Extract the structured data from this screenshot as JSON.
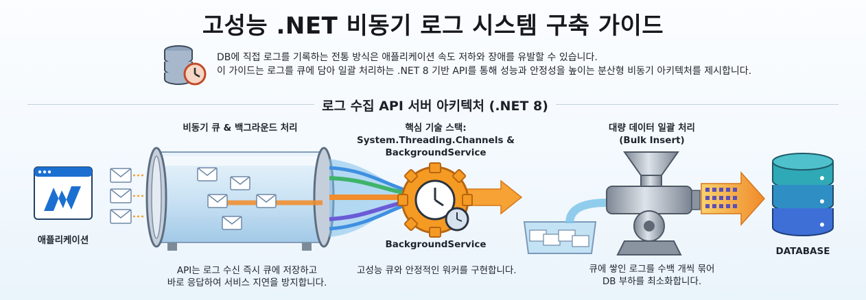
{
  "title": "고성능 .NET 비동기 로그 시스템 구축 가이드",
  "intro": {
    "line1": "DB에 직접 로그를 기록하는 전통 방식은 애플리케이션 속도 저하와 장애를 유발할 수 있습니다.",
    "line2": "이 가이드는 로그를 큐에 담아 일괄 처리하는 .NET 8 기반 API를 통해 성능과 안정성을 높이는 분산형 비동기 아키텍처를 제시합니다."
  },
  "section_title": "로그 수집 API 서버 아키텍처 (.NET 8)",
  "app": {
    "label": "애플리케이션"
  },
  "queue": {
    "heading": "비동기 큐 & 백그라운드 처리",
    "desc_line1": "API는 로그 수신 즉시 큐에 저장하고",
    "desc_line2": "바로 응답하여 서비스 지연을 방지합니다."
  },
  "tech": {
    "heading_line1": "핵심 기술 스택:",
    "heading_line2": "System.Threading.Channels &",
    "heading_line3": "BackgroundService",
    "gear_label": "BackgroundService",
    "desc": "고성능 큐와 안정적인 워커를 구현합니다."
  },
  "bulk": {
    "heading_line1": "대량 데이터 일괄 처리",
    "heading_line2": "(Bulk Insert)",
    "desc_line1": "큐에 쌓인 로그를 수백 개씩 묶어",
    "desc_line2": "DB 부하를 최소화합니다."
  },
  "database": {
    "label": "DATABASE"
  },
  "colors": {
    "dotnet_blue": "#1b6fd1",
    "gear_orange": "#f59a23",
    "arrow_orange": "#f7a234",
    "db_teal": "#2fa9b5",
    "db_blue": "#3d6fd6"
  },
  "icons": [
    "database-clock-icon",
    "dotnet-app-icon",
    "envelope-icon",
    "gear-clock-icon",
    "grinder-icon",
    "database-icon"
  ]
}
